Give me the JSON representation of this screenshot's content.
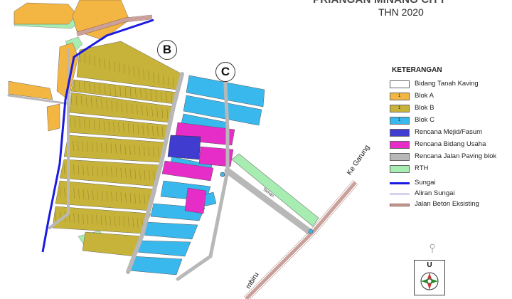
{
  "title": "PRIANGAN MINANG CITY",
  "subtitle": "THN 2020",
  "block_labels": {
    "b": "B",
    "c": "C"
  },
  "legend": {
    "title": "KETERANGAN",
    "items": [
      {
        "label": "Bidang Tanah Kaving",
        "color": "#ffffff",
        "marker": ""
      },
      {
        "label": "Blok A",
        "color": "#f4b642",
        "marker": "1"
      },
      {
        "label": "Blok B",
        "color": "#c7b33a",
        "marker": "1"
      },
      {
        "label": "Blok C",
        "color": "#39b8ee",
        "marker": "1"
      },
      {
        "label": "Rencana Mejid/Fasum",
        "color": "#3f3ccf",
        "marker": ""
      },
      {
        "label": "Rencana Bidang Usaha",
        "color": "#e62dc8",
        "marker": ""
      },
      {
        "label": "Rencana Jalan Paving blok",
        "color": "#b8b8b8",
        "marker": ""
      },
      {
        "label": "RTH",
        "color": "#a7ecb0",
        "marker": ""
      }
    ],
    "lines": [
      {
        "label": "Sungai",
        "color": "#1a1ae0"
      },
      {
        "label": "Aliran Sungai",
        "color": "#6a6ad0"
      },
      {
        "label": "Jalan Beton Eksisting",
        "color": "#c9a09a"
      }
    ]
  },
  "roads": {
    "ke_garung": "Ke Garung",
    "bottom_road": "mbiru"
  },
  "park_label": "Taman",
  "compass_letter": "U",
  "colors": {
    "blok_a": "#f4b642",
    "blok_b": "#c7b33a",
    "blok_c": "#39b8ee",
    "fasum": "#3f3ccf",
    "usaha": "#e62dc8",
    "paving": "#b8b8b8",
    "rth": "#a7ecb0",
    "river": "#1a1ae0",
    "concrete": "#c9a09a"
  }
}
